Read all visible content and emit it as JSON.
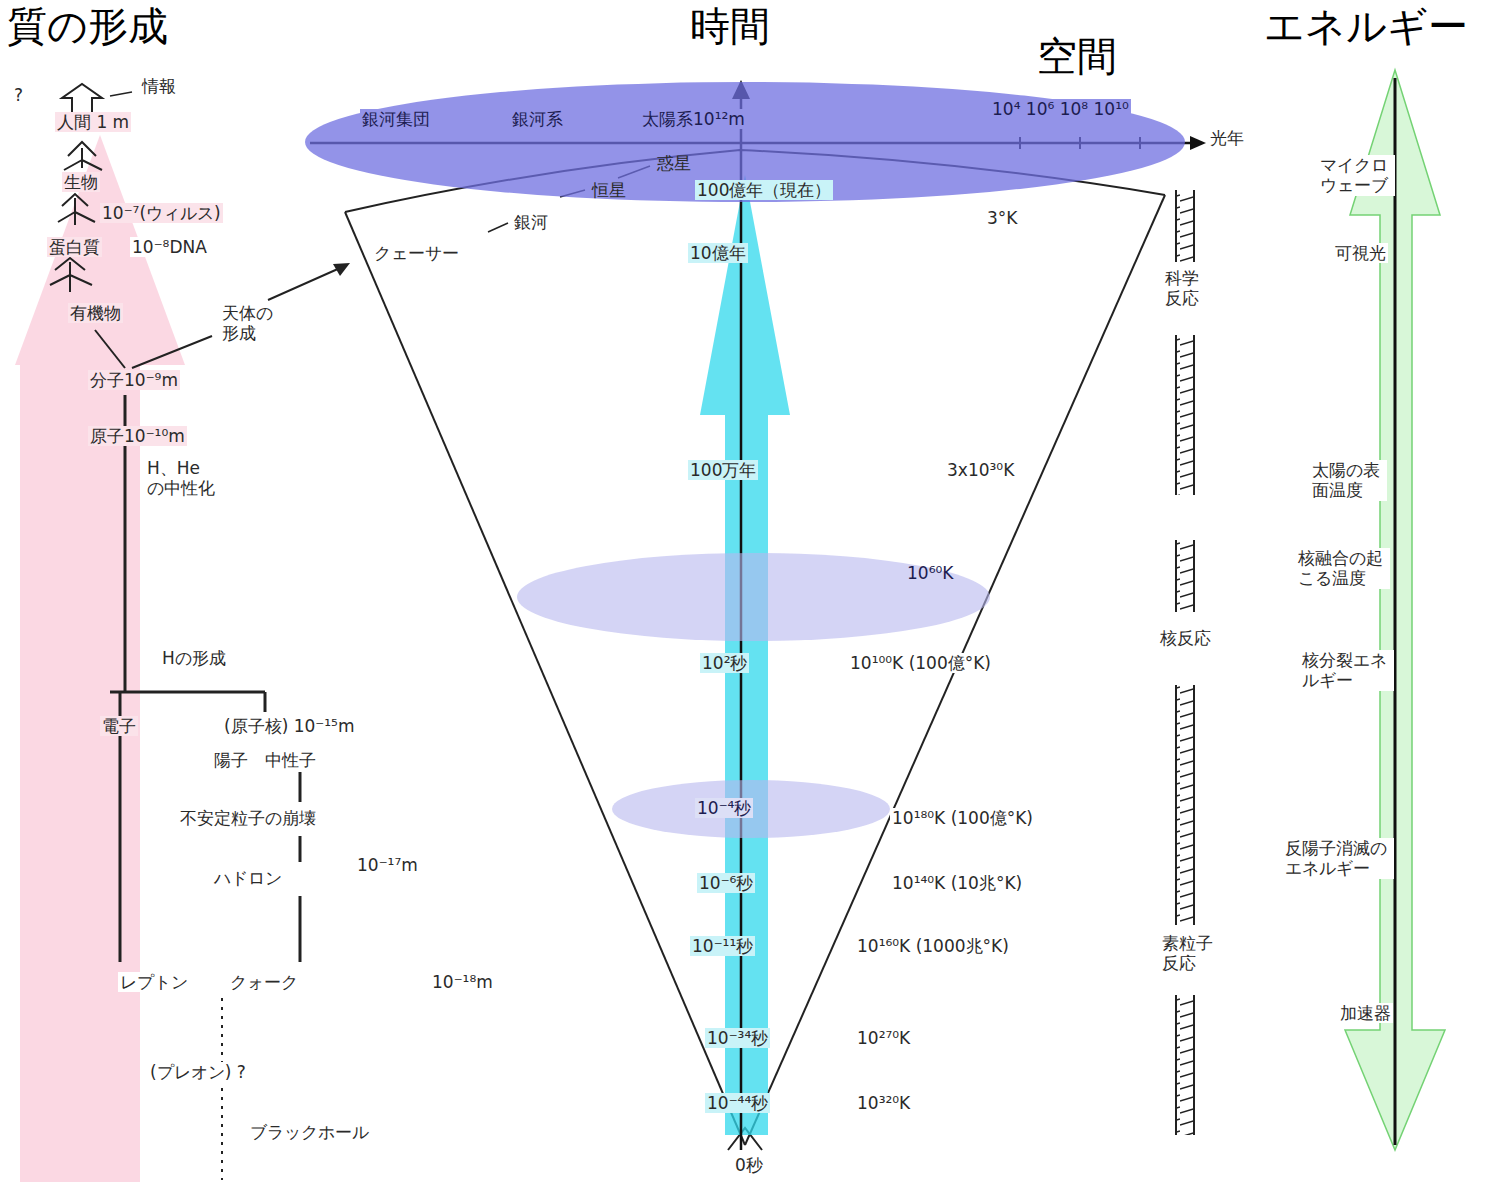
{
  "diagram": {
    "nodes": [
      {
        "text": [
          "銀河集団",
          "銀河系",
          "太陽系10¹²m",
          "10⁴ 10⁶ 10⁸ 10¹⁰"
        ]
      },
      {
        "text": [
          "10⁶⁰K"
        ]
      },
      {
        "text": [
          "10⁻⁴秒"
        ]
      }
    ],
    "labels": [
      "質の形成",
      "時間",
      "空間",
      "エネルギー",
      "?",
      "情報",
      "人間 1 m",
      "生物",
      "10⁻⁷(ウィルス)",
      "蛋白質",
      "10⁻⁸DNA",
      "有機物",
      "天体の形成",
      "分子10⁻⁹m",
      "原子10⁻¹⁰m",
      "H、He の中性化",
      "Hの形成",
      "電子",
      "(原子核) 10⁻¹⁵m",
      "陽子　中性子",
      "不安定粒子の崩壊",
      "ハドロン",
      "10⁻¹⁷m",
      "レプトン",
      "クォーク",
      "10⁻¹⁸m",
      "(プレオン) ?",
      "ブラックホール",
      "光年",
      "惑星",
      "恒星",
      "100億年（現在）",
      "銀河",
      "3°K",
      "クェーサー",
      "10億年",
      "100万年",
      "3x10³⁰K",
      "10²秒",
      "10¹⁰⁰K (100億°K)",
      "10¹⁸⁰K (100億°K)",
      "10⁻⁶秒",
      "10¹⁴⁰K (10兆°K)",
      "10⁻¹¹秒",
      "10¹⁶⁰K (1000兆°K)",
      "10⁻³⁴秒",
      "10²⁷⁰K",
      "10⁻⁴⁴秒",
      "10³²⁰K",
      "0秒",
      "科学反応",
      "核反応",
      "素粒子反応",
      "マイクロウェーブ",
      "可視光",
      "太陽の表面温度",
      "核融合の起こる温度",
      "核分裂エネルギー",
      "反陽子消滅のエネルギー",
      "加速器"
    ]
  }
}
